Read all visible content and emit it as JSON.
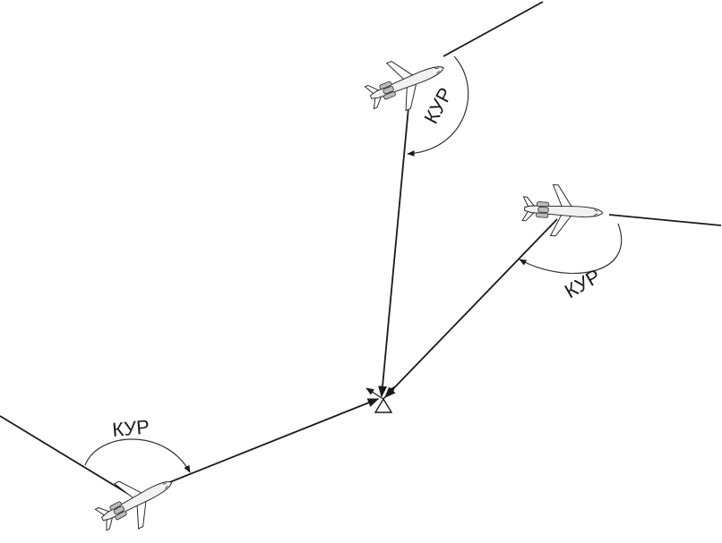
{
  "diagram": {
    "labels": {
      "kur_left": "КУР",
      "kur_top": "КУР",
      "kur_right": "КУР"
    },
    "icons": {
      "beacon": "radio-beacon-icon",
      "aircraft": "airplane-icon"
    },
    "colors": {
      "line": "#1a1a1a",
      "background": "#ffffff"
    }
  }
}
